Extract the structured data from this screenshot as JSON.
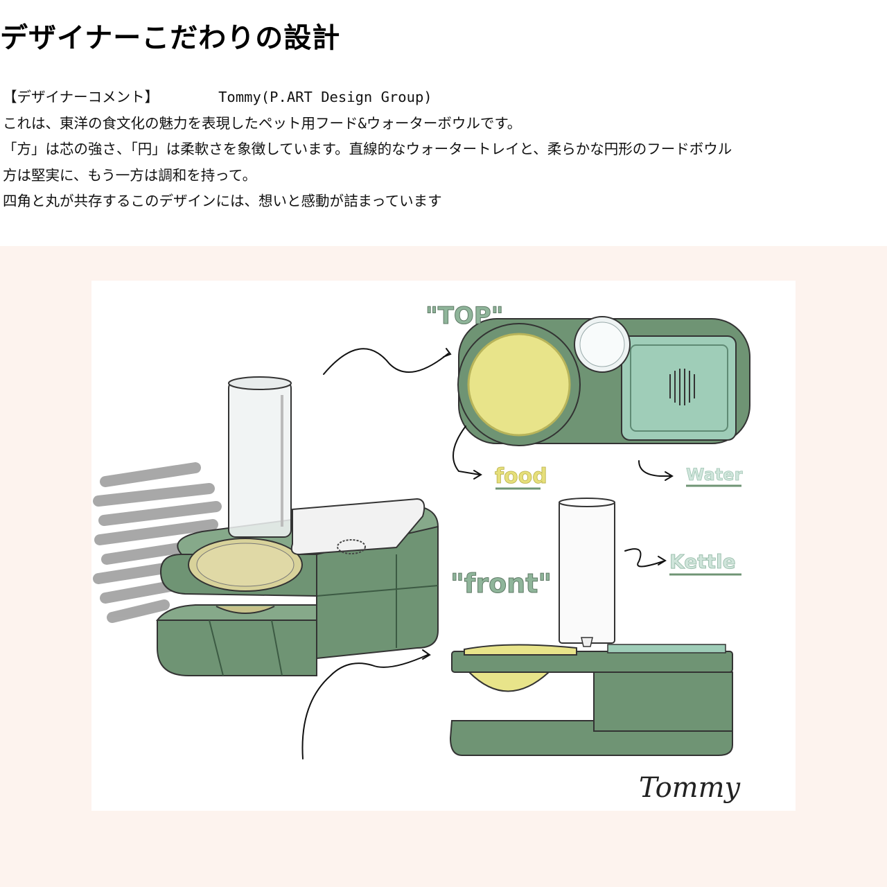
{
  "title": "デザイナーこだわりの設計",
  "comment": {
    "heading": "【デザイナーコメント】",
    "author": "Tommy(P.ART Design Group)",
    "lines": [
      "これは、東洋の食文化の魅力を表現したペット用フード&ウォーターボウルです。",
      "「方」は芯の強さ、「円」は柔軟さを象徴しています。直線的なウォータートレイと、柔らかな円形のフードボウル",
      "方は堅実に、もう一方は調和を持って。",
      "四角と丸が共存するこのデザインには、想いと感動が詰まっています"
    ]
  },
  "sketch": {
    "label_top": "\"TOP\"",
    "label_front": "\"front\"",
    "label_food": "food",
    "label_water": "Water",
    "label_kettle": "Kettle",
    "signature": "Tommy"
  },
  "colors": {
    "base_green": "#6f9474",
    "dark_green": "#557a5c",
    "mint": "#9fcdb8",
    "yellow": "#e8e48a",
    "panel_bg": "#fdf3ee"
  }
}
